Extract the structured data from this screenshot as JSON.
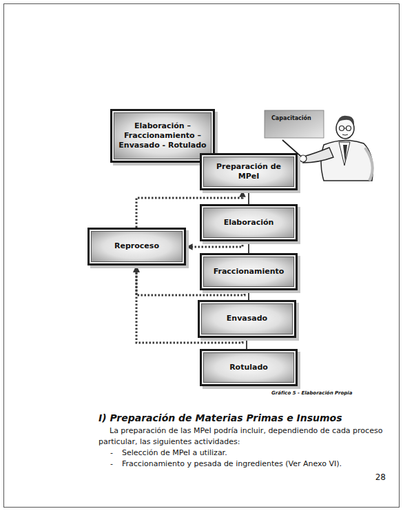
{
  "diagram": {
    "caption": "Gráfico 5 - Elaboración Propia",
    "nodes": [
      {
        "text": [
          "Elaboración – Fraccionamiento – Envasado - Rotulado"
        ]
      },
      {
        "text": [
          "Preparación de MPeI"
        ]
      },
      {
        "text": [
          "Elaboración"
        ]
      },
      {
        "text": [
          "Reproceso"
        ]
      },
      {
        "text": [
          "Fraccionamiento"
        ]
      },
      {
        "text": [
          "Envasado"
        ]
      },
      {
        "text": [
          "Rotulado"
        ]
      }
    ],
    "edges": [
      {
        "from": 1,
        "to": 2,
        "arrow": "none"
      },
      {
        "from": 2,
        "to": 4,
        "arrow": "none"
      },
      {
        "from": 4,
        "to": 5,
        "arrow": "none"
      },
      {
        "from": 5,
        "to": 6,
        "arrow": "none"
      },
      {
        "from": 3,
        "to": 1,
        "arrow": "to"
      },
      {
        "from": 2,
        "to": 3,
        "arrow": "to"
      },
      {
        "from": 4,
        "to": 3,
        "arrow": "to"
      },
      {
        "from": 5,
        "to": 3,
        "arrow": "to"
      }
    ],
    "labels": [
      "Capacitación",
      "I) Preparación de Materias Primas e Insumos",
      "La preparación de las MPeI podría incluir, dependiendo de cada proceso particular, las siguientes actividades:",
      "-",
      "Selección de MPeI a utilizar.",
      "-",
      "Fraccionamiento y pesada de ingredientes (Ver Anexo VI).",
      "28"
    ]
  }
}
